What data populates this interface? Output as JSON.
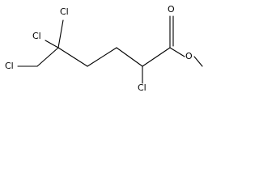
{
  "molecule": {
    "atoms": {
      "cl_chain_end": "Cl",
      "cl_quaternary_left": "Cl",
      "cl_quaternary_top": "Cl",
      "cl_alpha": "Cl",
      "o_carbonyl": "O",
      "o_ester": "O"
    }
  }
}
